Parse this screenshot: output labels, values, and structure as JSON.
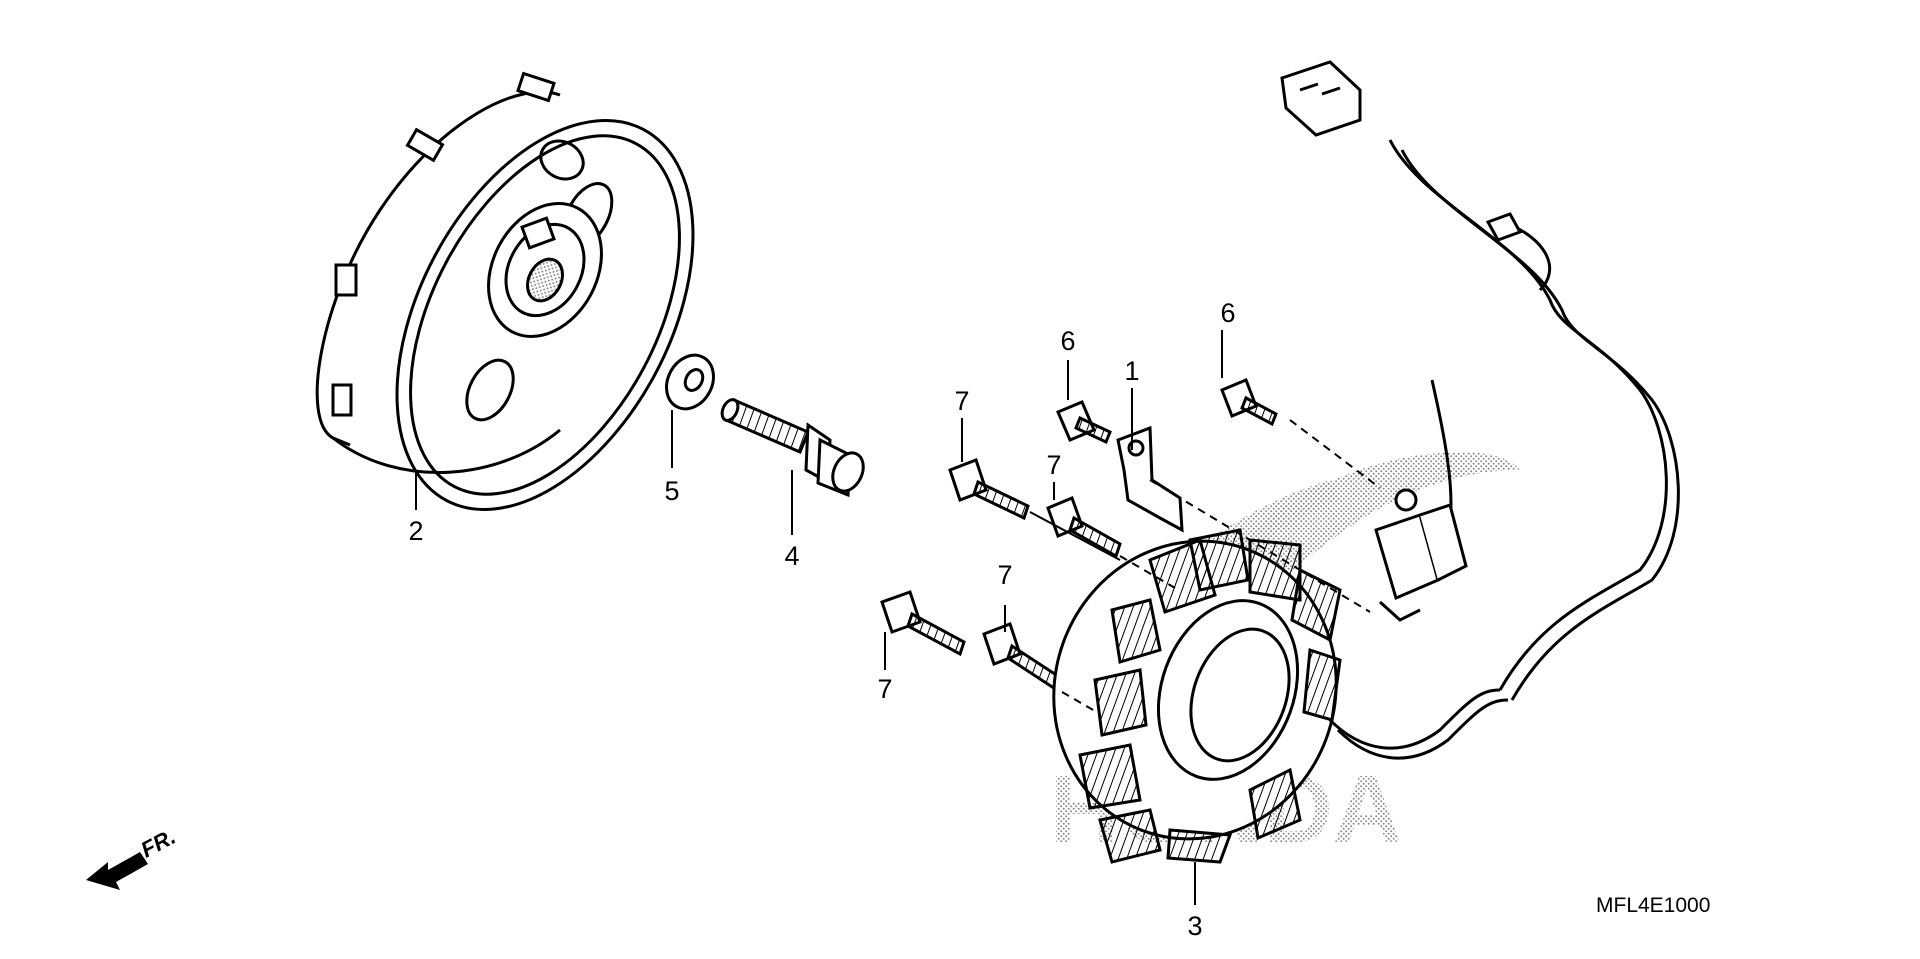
{
  "watermark": "HONDA",
  "direction": "FR.",
  "diagram_code": "MFL4E1000",
  "callouts": {
    "c1": "1",
    "c2": "2",
    "c3": "3",
    "c4": "4",
    "c5": "5",
    "c6a": "6",
    "c6b": "6",
    "c7a": "7",
    "c7b": "7",
    "c7c": "7",
    "c7d": "7"
  }
}
